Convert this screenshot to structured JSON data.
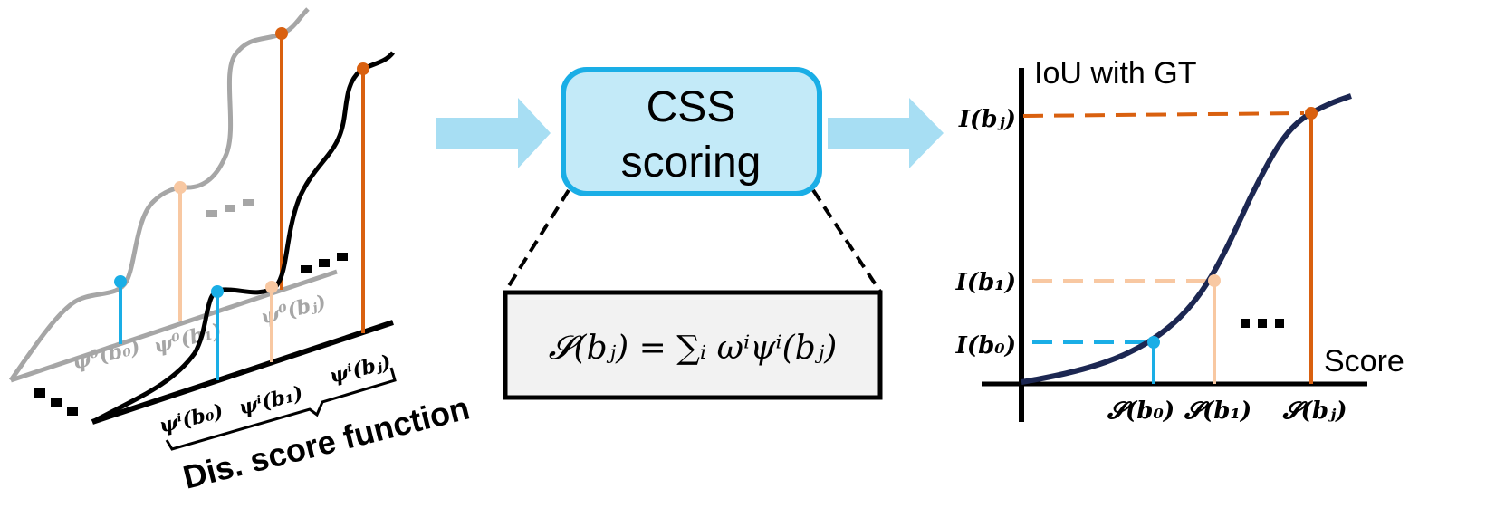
{
  "colors": {
    "gray": "#a6a6a6",
    "black": "#000000",
    "blue": "#1aaee6",
    "peach": "#f8c8a2",
    "orange": "#d9600f",
    "navy": "#1c2752",
    "arrow": "#a7def3",
    "box_fill": "#c3eaf8",
    "box_stroke": "#1aaee6",
    "formula_fill": "#f2f2f2"
  },
  "left_panel": {
    "back_labels": [
      "ψ⁰(b₀)",
      "ψ⁰(b₁)",
      "ψ⁰(bⱼ)"
    ],
    "front_labels": [
      "ψⁱ(b₀)",
      "ψⁱ(b₁)",
      "ψⁱ(bⱼ)"
    ],
    "brace_label": "Dis. score function"
  },
  "center_panel": {
    "box_line1": "CSS",
    "box_line2": "scoring",
    "formula": "𝓢(bⱼ) = ∑ᵢ ωⁱψⁱ(bⱼ)"
  },
  "right_panel": {
    "y_axis_label": "IoU with GT",
    "x_axis_label": "Score",
    "y_ticks": [
      "I(bⱼ)",
      "I(b₁)",
      "I(b₀)"
    ],
    "x_ticks": [
      "𝓢(b₀)",
      "𝓢(b₁)",
      "𝓢(bⱼ)"
    ],
    "ellipsis": "…"
  }
}
